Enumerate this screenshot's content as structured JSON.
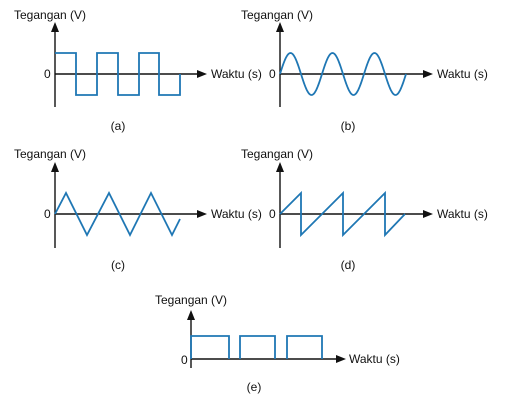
{
  "colors": {
    "axis": "#111111",
    "waveform": "#1f77b4",
    "background": "#ffffff"
  },
  "panels": [
    {
      "id": "a",
      "waveform": "square",
      "y_axis_label": "Tegangan (V)",
      "x_axis_label": "Waktu (s)",
      "zero_label": "0",
      "caption": "(a)"
    },
    {
      "id": "b",
      "waveform": "sine",
      "y_axis_label": "Tegangan (V)",
      "x_axis_label": "Waktu (s)",
      "zero_label": "0",
      "caption": "(b)"
    },
    {
      "id": "c",
      "waveform": "triangle",
      "y_axis_label": "Tegangan (V)",
      "x_axis_label": "Waktu (s)",
      "zero_label": "0",
      "caption": "(c)"
    },
    {
      "id": "d",
      "waveform": "sawtooth",
      "y_axis_label": "Tegangan (V)",
      "x_axis_label": "Waktu (s)",
      "zero_label": "0",
      "caption": "(d)"
    },
    {
      "id": "e",
      "waveform": "pulse",
      "y_axis_label": "Tegangan (V)",
      "x_axis_label": "Waktu (s)",
      "zero_label": "0",
      "caption": "(e)"
    }
  ]
}
